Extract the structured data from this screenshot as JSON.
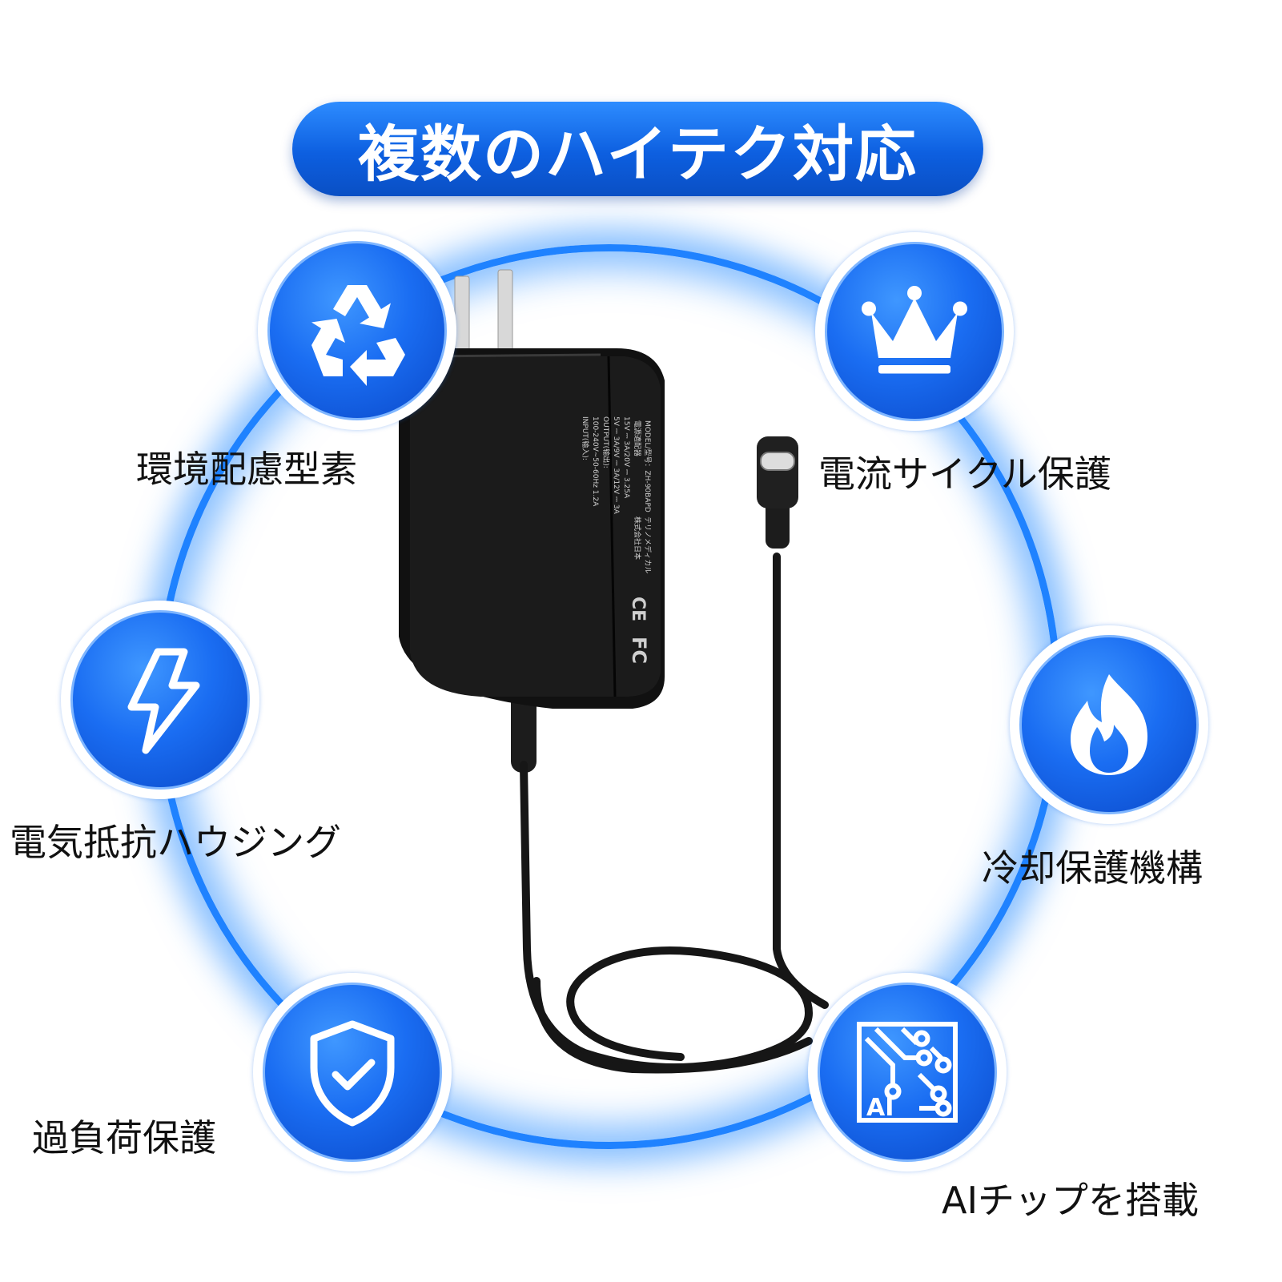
{
  "title": "複数のハイテク対応",
  "features": [
    {
      "label": "環境配慮型素",
      "icon": "recycle-icon"
    },
    {
      "label": "電流サイクル保護",
      "icon": "crown-icon"
    },
    {
      "label": "電気抵抗ハウジング",
      "icon": "lightning-icon"
    },
    {
      "label": "冷却保護機構",
      "icon": "flame-icon"
    },
    {
      "label": "過負荷保護",
      "icon": "shield-check-icon"
    },
    {
      "label": "AIチップを搭載",
      "icon": "ai-chip-icon"
    }
  ],
  "product": {
    "spec_lines": [
      "INPUT(输入):",
      "100-240V~50-60Hz 1.2A",
      "OUTPUT(输出):",
      "5V ⎓ 3A/9V ⎓ 3A/12V ⎓ 3A",
      "15V ⎓ 3A/20V ⎓ 3.25A"
    ],
    "model_lines": [
      "電源適配器",
      "MODEL/型号：ZH-90BAPD"
    ],
    "maker_lines": [
      "株式会社日本",
      "テリノメディカル"
    ],
    "marks": [
      "CE",
      "FC"
    ]
  },
  "colors": {
    "accent": "#1a6df2",
    "ring": "#1f82ff",
    "label_text": "#111111"
  }
}
